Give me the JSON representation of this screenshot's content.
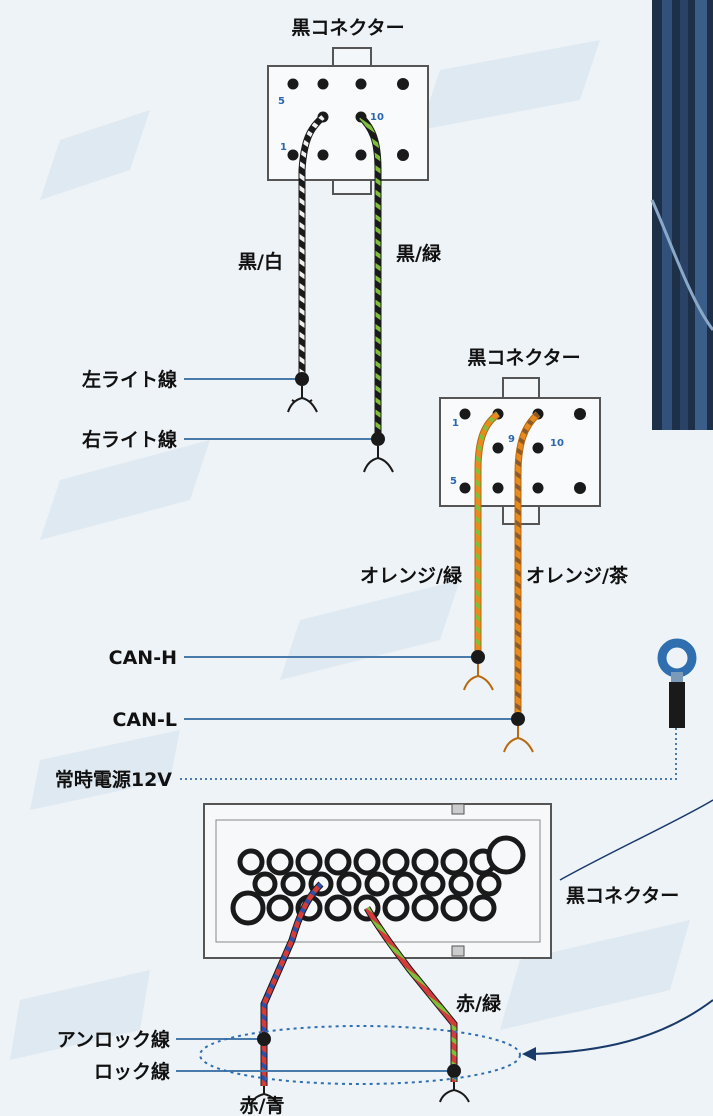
{
  "connectors": {
    "top": {
      "label": "黒コネクター",
      "pin_low": "5",
      "pin_high": "10",
      "pin_one": "1"
    },
    "middle": {
      "label": "黒コネクター",
      "pin_low": "9",
      "pin_high": "10",
      "pin_one": "1",
      "pin_five": "5"
    },
    "bottom": {
      "label": "黒コネクター"
    }
  },
  "wires": {
    "black_white": "黒/白",
    "black_green": "黒/緑",
    "orange_green": "オレンジ/緑",
    "orange_brown": "オレンジ/茶",
    "red_green": "赤/緑",
    "red_blue": "赤/青"
  },
  "signals": {
    "left_light": "左ライト線",
    "right_light": "右ライト線",
    "can_h": "CAN-H",
    "can_l": "CAN-L",
    "power_12v": "常時電源12V",
    "unlock": "アンロック線",
    "lock": "ロック線"
  },
  "colors": {
    "black": "#1a1a1a",
    "white": "#f0f0f0",
    "green": "#7fbf3a",
    "orange": "#e88a1e",
    "red": "#d43b3b",
    "blue": "#2f4fa8",
    "leader": "#4a7aaa"
  }
}
